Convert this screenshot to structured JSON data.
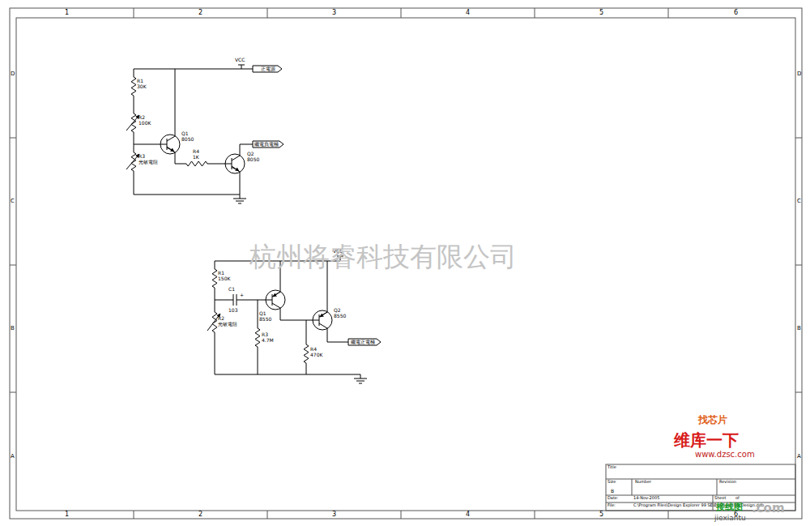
{
  "diagram": {
    "labels": [
      "1",
      "2",
      "3",
      "4",
      "5",
      "6",
      "1",
      "2",
      "3",
      "4",
      "5",
      "6",
      "D",
      "C",
      "B",
      "A",
      "D",
      "C",
      "B",
      "A",
      "VCC",
      "正電源",
      "R1",
      "30K",
      "R2",
      "100K",
      "Q1",
      "8050",
      "R4",
      "1K",
      "R3",
      "光敏電阻",
      "Q2",
      "8050",
      "繼電負電極",
      "VCC",
      "R1",
      "150K",
      "C1",
      "103",
      "+",
      "Q1",
      "8550",
      "R2",
      "光敏電阻",
      "R3",
      "4.7M",
      "Q2",
      "8550",
      "R4",
      "470K",
      "繼電正電極",
      "Title",
      "Size",
      "B",
      "Number",
      "Revision",
      "Date:",
      "14-Nov-2005",
      "Sheet",
      "of",
      "File:",
      "C:\\Program Files\\Design Explorer 99 SE\\Examples\\MyDesign.ddb",
      "杭州将睿科技有限公司",
      "找芯片",
      "维库一下",
      "www.dzsc.com",
      "接线图",
      ".com",
      "jiexiantu"
    ]
  }
}
